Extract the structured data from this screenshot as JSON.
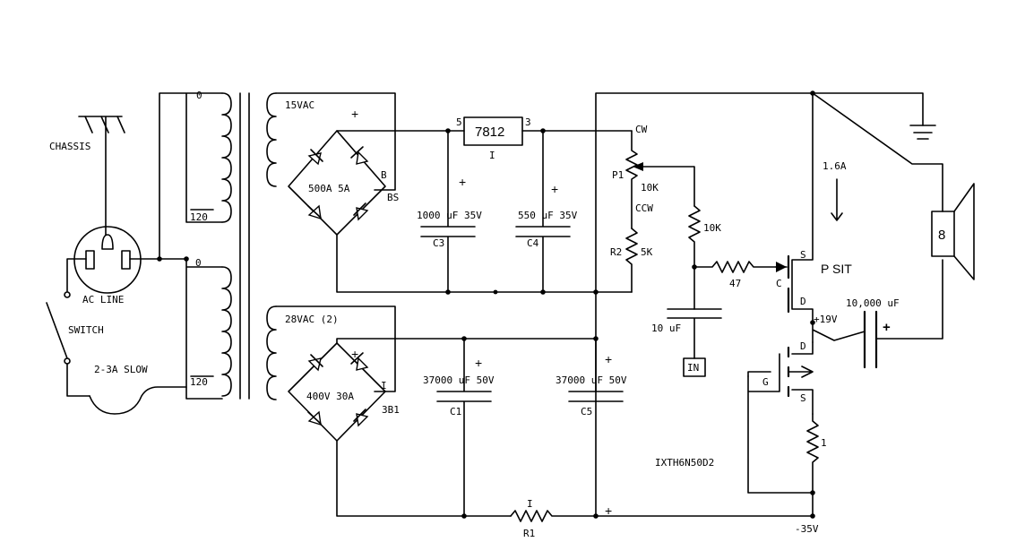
{
  "labels": {
    "chassis": "CHASSIS",
    "ac_line": "AC LINE",
    "switch": "SWITCH",
    "fuse": "2-3A SLOW",
    "tap_top": "0",
    "tap_120_a": "120",
    "tap_0_b": "0",
    "tap_120_b": "120",
    "sec1": "15VAC",
    "sec2": "28VAC (2)",
    "br1_rating": "500A 5A",
    "br1_pin_b": "B",
    "br1_name": "BS",
    "br2_rating": "400V 30A",
    "br2_pin": "I",
    "br2_name": "3B1",
    "reg": "7812",
    "reg_pin_in": "5",
    "reg_pin_out": "3",
    "reg_pin_gnd": "I",
    "c3_val": "1000 uF 35V",
    "c3_name": "C3",
    "c4_val": "550 uF 35V",
    "c4_name": "C4",
    "cw": "CW",
    "p1": "P1",
    "p1_val": "10K",
    "ccw": "CCW",
    "r2": "R2",
    "r2_val": "5K",
    "r10k": "10K",
    "r47": "47",
    "cin_val": "10 uF",
    "in": "IN",
    "c1_val": "37000 uF 50V",
    "c1_name": "C1",
    "c5_val": "37000 uF 50V",
    "c5_name": "C5",
    "r1_top": "I",
    "r1_name": "R1",
    "current": "1.6A",
    "sit_s": "S",
    "sit_c": "C",
    "sit_d": "D",
    "psit": "P SIT",
    "v19": "+19V",
    "cout_val": "10,000 uF",
    "mos_d": "D",
    "mos_g": "G",
    "mos_s": "S",
    "r_src": "1",
    "mos_name": "IXTH6N50D2",
    "v35": "-35V",
    "speaker": "8",
    "plus": "+"
  }
}
